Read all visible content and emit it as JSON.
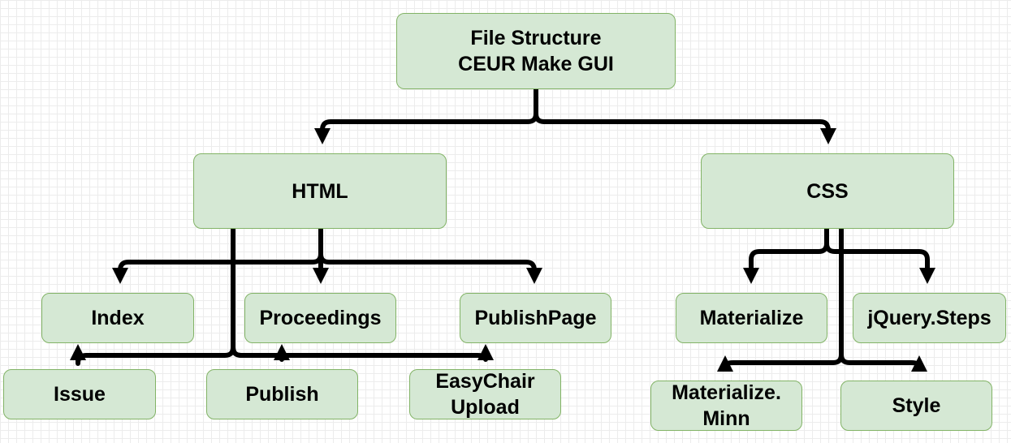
{
  "diagram": {
    "nodes": {
      "root": "File Structure\nCEUR Make GUI",
      "html": "HTML",
      "css": "CSS",
      "index": "Index",
      "proceedings": "Proceedings",
      "publishpage": "PublishPage",
      "issue": "Issue",
      "publish": "Publish",
      "easychair": "EasyChair\nUpload",
      "materialize": "Materialize",
      "jquery": "jQuery.Steps",
      "materialize_minn": "Materialize.\nMinn",
      "style": "Style"
    },
    "colors": {
      "node_fill": "#d5e8d4",
      "node_border": "#82b366",
      "edge": "#000000",
      "grid": "#ececec"
    }
  }
}
